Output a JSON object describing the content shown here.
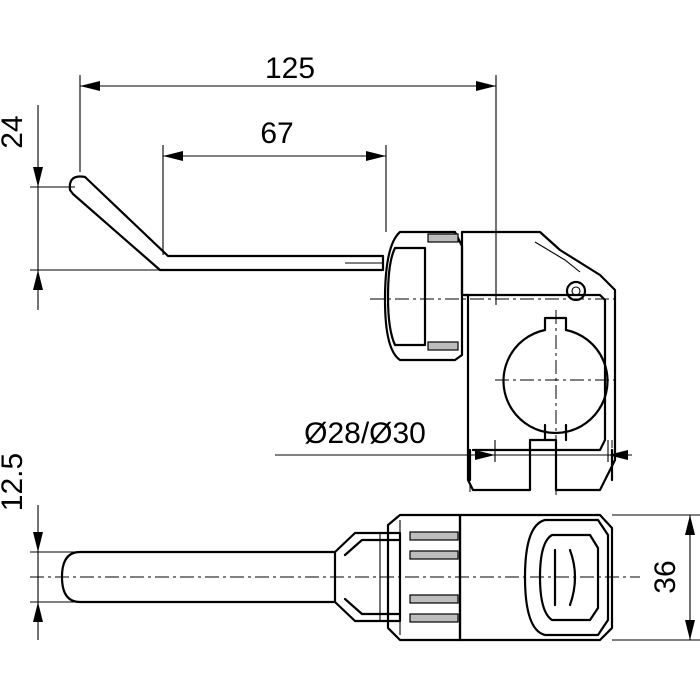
{
  "dimensions": {
    "overall_length": "125",
    "lever_length": "67",
    "lever_offset_height": "24",
    "tube_diameter": "Ø28/Ø30",
    "lever_offset_bottom": "12.5",
    "clamp_width": "36"
  },
  "colors": {
    "line": "#000000",
    "shade": "#bdbdbd",
    "background": "#ffffff"
  }
}
